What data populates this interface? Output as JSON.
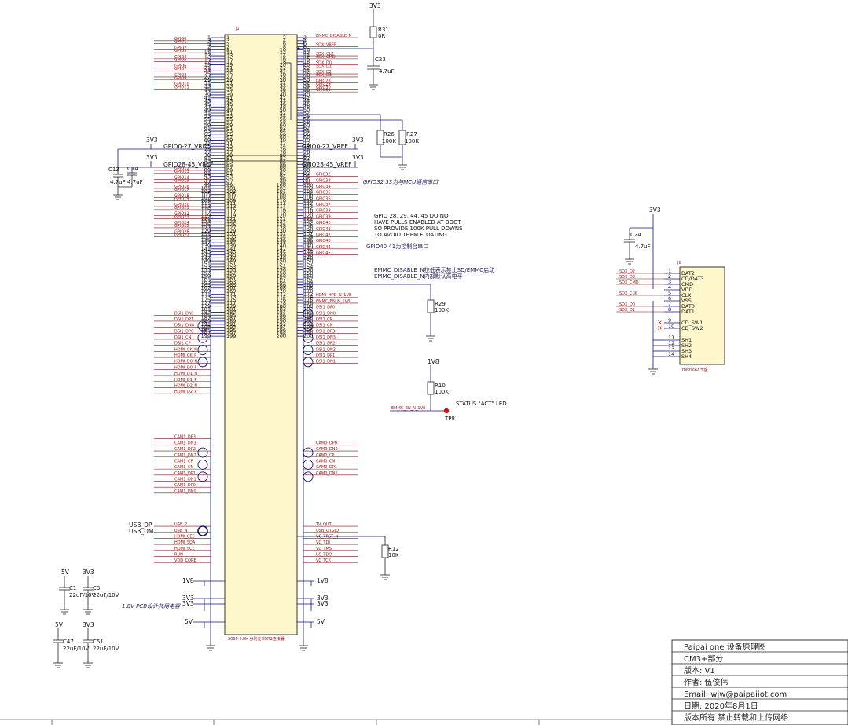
{
  "connector": {
    "ref": "J1",
    "caption": "200P 4.0H 分别在DDR2连接器",
    "left_nets": [
      "GPIO0",
      "GPIO1",
      "GPIO2",
      "GPIO3",
      "GPIO4",
      "GPIO5",
      "GPIO6",
      "GPIO7",
      "GPIO8",
      "GPIO9",
      "GPIO10",
      "GPIO11",
      "GPIO12",
      "GPIO13",
      "GPIO14",
      "GPIO15",
      "GPIO16",
      "GPIO17",
      "GPIO18",
      "GPIO19",
      "GPIO20",
      "GPIO21",
      "GPIO22",
      "GPIO23",
      "GPIO24",
      "GPIO25",
      "GPIO26",
      "GPIO27"
    ],
    "right_nets_top": [
      "EMMC_DISABLE_N",
      "SDX_VREF",
      "SDX_CLK",
      "SDX_CMD",
      "SDX_D0",
      "SDX_D1",
      "SDX_D2",
      "SDX_D3",
      "GPIO28",
      "GPIO29",
      "GPIO30",
      "GPIO31"
    ],
    "right_nets_mid": [
      "GPIO32",
      "GPIO33",
      "GPIO34",
      "GPIO35",
      "GPIO36",
      "GPIO37",
      "GPIO38",
      "GPIO39",
      "GPIO40",
      "GPIO41",
      "GPIO42",
      "GPIO43",
      "GPIO44",
      "GPIO45"
    ],
    "hdmi_left": [
      "DSI1_DN1",
      "DSI1_DP1",
      "DSI1_DN0",
      "DSI1_DP0",
      "DSI1_CN",
      "DSI1_CP",
      "HDMI_CK_N",
      "HDMI_CK_P",
      "HDMI_D0_N",
      "HDMI_D0_P",
      "HDMI_D1_N",
      "HDMI_D1_P",
      "HDMI_D2_N",
      "HDMI_D2_P"
    ],
    "hdmi_right": [
      "HDMI_HPD_N_1V8",
      "EMMC_EN_N_1V8",
      "DSI1_DP0",
      "DSI1_DN0",
      "DSI1_CP",
      "DSI1_CN",
      "DSI1_DP3",
      "DSI1_DN3",
      "DSI1_DP2",
      "DSI1_DN2",
      "DSI1_DP1",
      "DSI1_DN1"
    ],
    "cam_left": [
      "CAM1_DP3",
      "CAM1_DN3",
      "CAM1_DP2",
      "CAM1_DN2",
      "CAM1_CP",
      "CAM1_CN",
      "CAM1_DP1",
      "CAM1_DN1",
      "CAM1_DP0",
      "CAM1_DN0"
    ],
    "cam_right": [
      "CAM0_DP0",
      "CAM0_DN0",
      "CAM0_CP",
      "CAM0_CN",
      "CAM0_DP1",
      "CAM0_DN1"
    ],
    "bottom_left": [
      "USB_P",
      "USB_N",
      "HDMI_CEC",
      "HDMI_SDA",
      "HDMI_SCL",
      "RUN",
      "VDD_CORE"
    ],
    "bottom_right": [
      "TV_OUT",
      "USB_OTGID",
      "VC_TRST_N",
      "VC_TDI",
      "VC_TMS",
      "VC_TDO",
      "VC_TCK"
    ],
    "side_labels": {
      "vref_a": "GPIO0-27_VREF",
      "vref_b": "GPIO28-45_VREF",
      "usb_dp": "USB_DP",
      "usb_dm": "USB_DM",
      "v1v8": "1V8",
      "v3v3": "3V3",
      "v5": "5V"
    }
  },
  "annotations": {
    "gpio32": "GPIO32 33为与MCU通信串口",
    "pulls": [
      "GPIO 28, 29, 44, 45 DO NOT",
      "HAVE PULLS ENABLED AT BOOT",
      "SO PROVIDE 100K PULL DOWNS",
      "TO AVOID THEM FLOATING"
    ],
    "gpio40": "GPIO40 41为控制台串口",
    "emmc": [
      "EMMC_DISABLE_N拉低表示禁止SD/EMMC启动",
      "EMMC_DISABLE_N内部默认高电平"
    ],
    "status_led": "STATUS \"ACT\" LED",
    "pcb_note": "1.8V PCB设计共用电容"
  },
  "parts": {
    "R31": {
      "ref": "R31",
      "value": "0R",
      "rail": "3V3"
    },
    "C23": {
      "ref": "C23",
      "value": "4.7uF"
    },
    "R26": {
      "ref": "R26",
      "value": "100K"
    },
    "R27": {
      "ref": "R27",
      "value": "100K"
    },
    "C13": {
      "ref": "C13",
      "value": "4.7uF"
    },
    "C14": {
      "ref": "C14",
      "value": "4.7uF"
    },
    "R29": {
      "ref": "R29",
      "value": "100K"
    },
    "R10": {
      "ref": "R10",
      "value": "100K",
      "rail": "1V8"
    },
    "TP8": {
      "ref": "TP8",
      "net": "EMMC_EN_N_1V8"
    },
    "R12": {
      "ref": "R12",
      "value": "10K"
    },
    "C1": {
      "ref": "C1",
      "value": "22uF/10V",
      "rail": "5V"
    },
    "C3": {
      "ref": "C3",
      "value": "22uF/10V",
      "rail": "3V3"
    },
    "C47": {
      "ref": "C47",
      "value": "22uF/10V",
      "rail": "5V"
    },
    "C51": {
      "ref": "C51",
      "value": "22uF/10V",
      "rail": "3V3"
    },
    "C24": {
      "ref": "C24",
      "value": "4.7uF",
      "rail": "3V3"
    }
  },
  "sdcard": {
    "ref": "J8",
    "footprint": "microSD 卡座",
    "pins": [
      "DAT2",
      "CD/DAT3",
      "CMD",
      "VDD",
      "CLK",
      "VSS",
      "DAT0",
      "DAT1",
      "CD_SW1",
      "CD_SW2",
      "SH1",
      "SH2",
      "SH3",
      "SH4"
    ],
    "nets": [
      "SDX_D2",
      "SDX_D3",
      "SDX_CMD",
      "",
      "SDX_CLK",
      "",
      "SDX_D0",
      "SDX_D1"
    ]
  },
  "title_block": {
    "title": "Paipai one 设备原理图",
    "sheet": "CM3+部分",
    "version": "版本: V1",
    "author": "作者: 伍俊伟",
    "email": "Email: wjw@paipaiiot.com",
    "date": "日期: 2020年8月1日",
    "copyright": "版本所有 禁止转载和上传网络"
  },
  "colors": {
    "wire": "#101080",
    "part": "#222222",
    "net_label": "#a01010",
    "connector_fill": "#fff7cc"
  }
}
